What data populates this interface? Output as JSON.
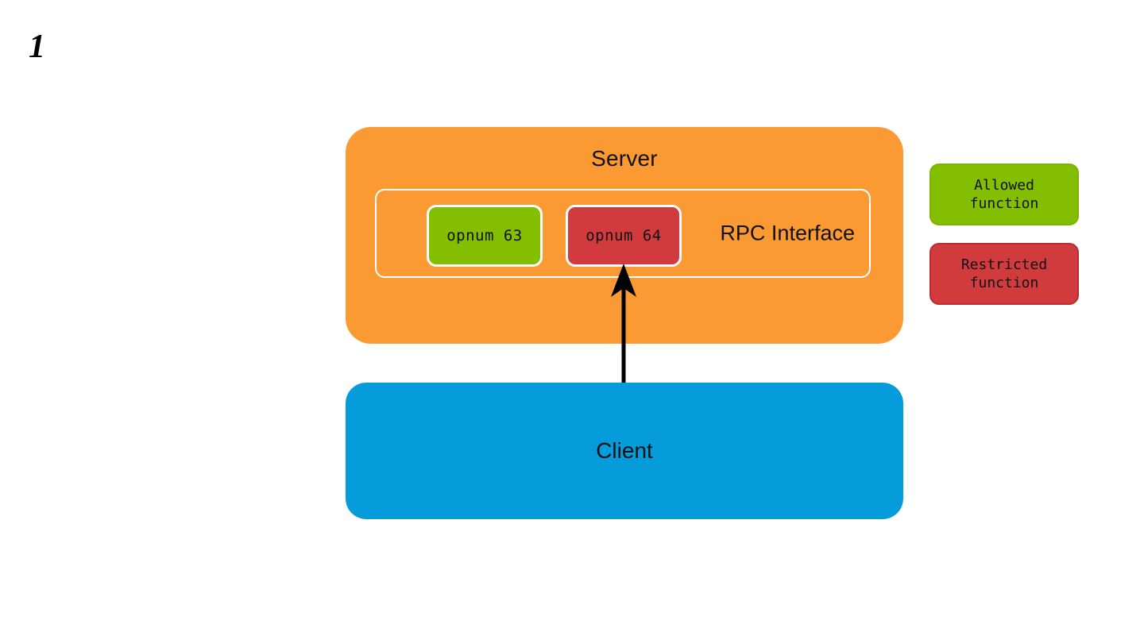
{
  "slide": {
    "number": "1"
  },
  "server": {
    "title": "Server",
    "color": "#fb9a33",
    "rpc_interface": {
      "label": "RPC Interface",
      "border_color": "#ffffff",
      "functions": [
        {
          "label": "opnum 63",
          "state": "allowed",
          "color": "#84be00"
        },
        {
          "label": "opnum 64",
          "state": "restricted",
          "color": "#d13b3e"
        }
      ]
    }
  },
  "client": {
    "title": "Client",
    "color": "#069bdb"
  },
  "arrow": {
    "name": "client-to-opnum64-call",
    "from": "Client",
    "to": "opnum 64",
    "color": "#000000"
  },
  "legend": {
    "items": [
      {
        "line1": "Allowed",
        "line2": "function",
        "color": "#84be00"
      },
      {
        "line1": "Restricted",
        "line2": "function",
        "color": "#d13b3e"
      }
    ]
  }
}
